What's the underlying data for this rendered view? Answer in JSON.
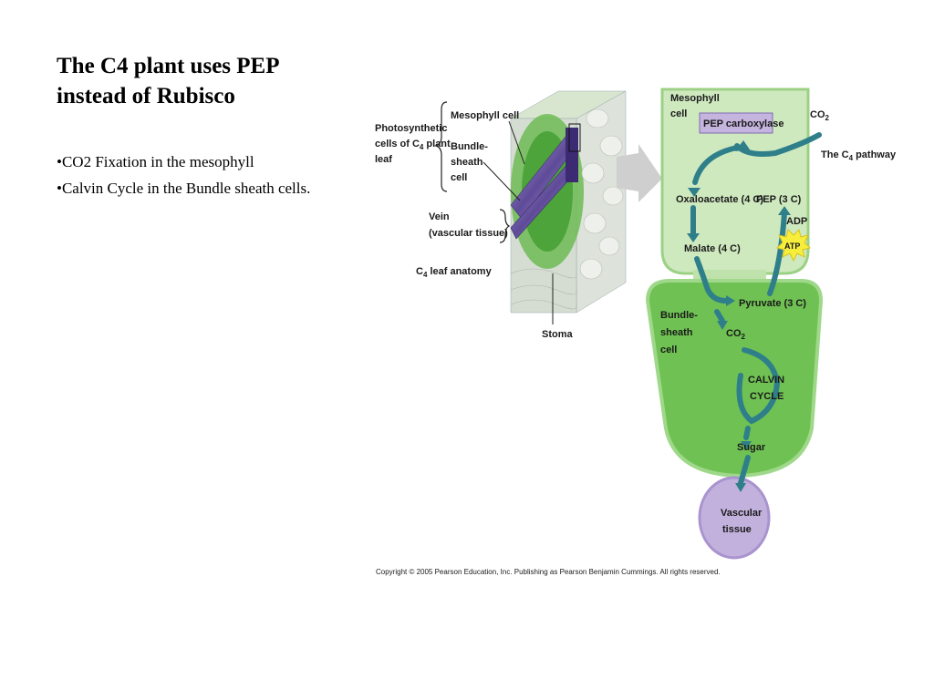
{
  "slide": {
    "title_line1": "The C4 plant uses PEP",
    "title_line2": "instead of Rubisco",
    "bullets": [
      "•CO2 Fixation in the mesophyll",
      "•Calvin Cycle in the Bundle sheath cells."
    ]
  },
  "figure": {
    "anatomy": {
      "photosynthetic_line1": "Photosynthetic",
      "photosynthetic_line2a": "cells of C",
      "photosynthetic_sub": "4",
      "photosynthetic_line2b": " plant",
      "photosynthetic_line3": "leaf",
      "mesophyll_cell": "Mesophyll cell",
      "bundle1": "Bundle-",
      "bundle2": "sheath",
      "bundle3": "cell",
      "vein1": "Vein",
      "vein2": "(vascular tissue)",
      "leaf_anatomy_a": "C",
      "leaf_anatomy_sub": "4",
      "leaf_anatomy_b": " leaf anatomy",
      "stoma": "Stoma"
    },
    "pathway": {
      "mesophyll1": "Mesophyll",
      "mesophyll2": "cell",
      "pep_carboxylase": "PEP carboxylase",
      "co2_top": "CO",
      "co2_top_sub": "2",
      "c4_pathway_a": "The C",
      "c4_pathway_sub": "4",
      "c4_pathway_b": " pathway",
      "oxaloacetate": "Oxaloacetate (4 C)",
      "pep": "PEP (3 C)",
      "adp": "ADP",
      "atp": "ATP",
      "malate": "Malate (4 C)",
      "pyruvate": "Pyruvate (3 C)",
      "bundle1": "Bundle-",
      "bundle2": "sheath",
      "bundle3": "cell",
      "co2_mid": "CO",
      "co2_mid_sub": "2",
      "calvin1": "CALVIN",
      "calvin2": "CYCLE",
      "sugar": "Sugar",
      "vascular1": "Vascular",
      "vascular2": "tissue"
    },
    "copyright": "Copyright © 2005 Pearson Education, Inc. Publishing as Pearson Benjamin Cummings. All rights reserved."
  }
}
